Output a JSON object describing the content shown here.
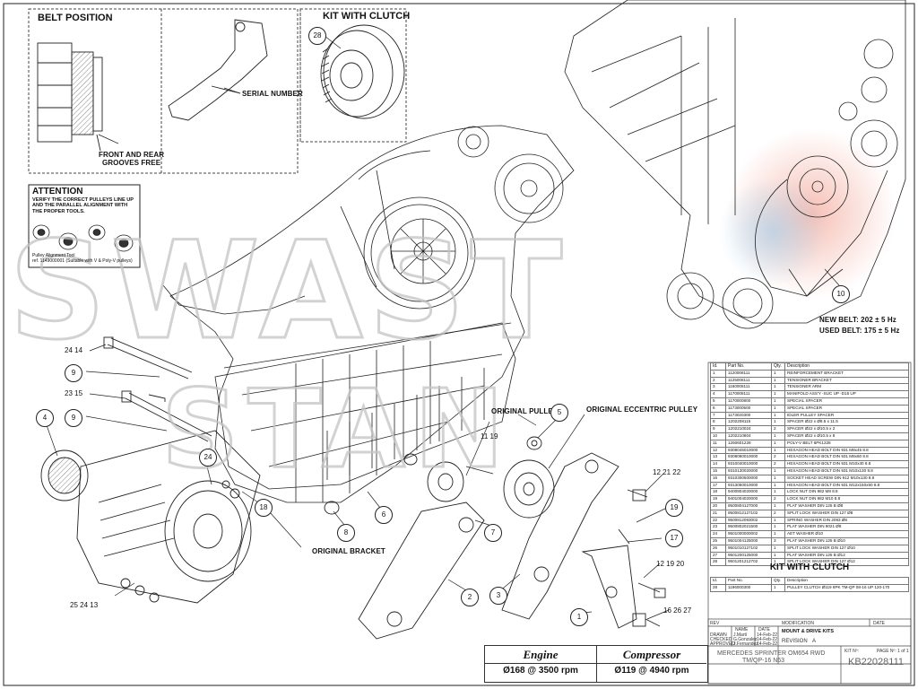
{
  "labels": {
    "belt_position": "BELT POSITION",
    "kit_with_clutch_header": "KIT WITH CLUTCH",
    "serial_number": "SERIAL NUMBER",
    "front_rear_grooves": "FRONT AND REAR\nGROOVES FREE",
    "attention_title": "ATTENTION",
    "attention_body": "VERIFY THE CORRECT PULLEYS LINE UP AND THE PARALLEL ALIGNMENT WITH THE PROPER TOOLS.",
    "alignment_tool": "Pulley Alignment Tool\nref. 1149000001 (Suitable with V & Poly-V pulleys)",
    "original_pulley": "ORIGINAL PULLEY",
    "original_eccentric_pulley": "ORIGINAL ECCENTRIC PULLEY",
    "original_bracket": "ORIGINAL BRACKET",
    "new_belt": "NEW BELT: 202 ± 5 Hz",
    "used_belt": "USED BELT: 175 ± 5 Hz"
  },
  "callouts": {
    "c28": "28",
    "c10": "10",
    "c24_14": "24  14",
    "c9a": "9",
    "c23_15": "23  15",
    "c9b": "9",
    "c4": "4",
    "c24": "24",
    "c18": "18",
    "c8": "8",
    "c6": "6",
    "c7": "7",
    "c5": "5",
    "c11_19": "11  19",
    "c12_21_22": "12  21  22",
    "c19": "19",
    "c17": "17",
    "c12_19_20": "12  19  20",
    "c2": "2",
    "c3": "3",
    "c1": "1",
    "c16_26_27": "16  26  27",
    "c25_24_13": "25  24  13"
  },
  "parts_table": {
    "headers": [
      "Id.",
      "Part No.",
      "Qty.",
      "Description"
    ],
    "rows": [
      [
        "1",
        "1120008111",
        "1",
        "REINFORCEMENT BRACKET"
      ],
      [
        "2",
        "1125008111",
        "1",
        "TENSIONER BRACKET"
      ],
      [
        "3",
        "1160008111",
        "1",
        "TENSIONER ARM"
      ],
      [
        "4",
        "1170008111",
        "1",
        "MANIFOLD ASS'Y -SUC UP -D15 UP"
      ],
      [
        "5",
        "1170000800",
        "1",
        "SPECIAL SPACER"
      ],
      [
        "6",
        "1173000500",
        "1",
        "SPECIAL SPACER"
      ],
      [
        "7",
        "1173020300",
        "1",
        "IDLER PULLEY SPACER"
      ],
      [
        "8",
        "1202208115",
        "1",
        "SPACER Ø22 x Ø8.5 x 11.5"
      ],
      [
        "9",
        "1202210024",
        "2",
        "SPACER Ø22 x Ø10.5 x 2"
      ],
      [
        "10",
        "1202210804",
        "1",
        "SPACER Ø22 x Ø10.5 x 8"
      ],
      [
        "11",
        "1260601228",
        "1",
        "POLY-V BELT 6PK1228"
      ],
      [
        "12",
        "9308045010000",
        "1",
        "HEXAGON HEAD BOLT DIN 931 M8x45 8.8"
      ],
      [
        "13",
        "9308060010000",
        "2",
        "HEXAGON HEAD BOLT DIN 931 M8x60 8.8"
      ],
      [
        "14",
        "9310040010000",
        "2",
        "HEXAGON HEAD BOLT DIN 931 M10x40 8.8"
      ],
      [
        "15",
        "9310130020000",
        "1",
        "HEXAGON HEAD BOLT DIN 931 M10x130 8.8"
      ],
      [
        "16",
        "9310300500000",
        "1",
        "SOCKET HEAD SCREW DIN 912 M10x130 8.8"
      ],
      [
        "17",
        "9313050010000",
        "1",
        "HEXAGON HEAD BOLT DIN 931 M12x150x50 8.8"
      ],
      [
        "18",
        "9400804020000",
        "1",
        "LOCK NUT DIN 982 M8 8.8"
      ],
      [
        "19",
        "9401004020000",
        "2",
        "LOCK NUT DIN 982 M10 8.8"
      ],
      [
        "20",
        "9500804127000",
        "1",
        "PLAT WASHER DIN 125 B Ø8"
      ],
      [
        "21",
        "9500812127102",
        "2",
        "SPLIT LOCK WASHER DIN 127 Ø8"
      ],
      [
        "22",
        "9500812093002",
        "1",
        "SPRING WASHER DIN 2093 Ø8"
      ],
      [
        "23",
        "9500802021500",
        "1",
        "PLAT WASHER DIN 9021 Ø8"
      ],
      [
        "24",
        "9501000000002",
        "1",
        "AET WASHER Ø10"
      ],
      [
        "25",
        "9501004125000",
        "3",
        "PLAT WASHER DIN 125 B Ø10"
      ],
      [
        "26",
        "9501010127102",
        "1",
        "SPLIT LOCK WASHER DIN 127 Ø10"
      ],
      [
        "27",
        "9501200125000",
        "1",
        "PLAT WASHER DIN 125 B Ø12"
      ],
      [
        "28",
        "9501201212702",
        "1",
        "SPLIT LOCK WASHER DIN 127 Ø12"
      ]
    ]
  },
  "kit_with_clutch": {
    "title": "KIT WITH CLUTCH",
    "headers": [
      "Id.",
      "Part No.",
      "Qty.",
      "Description"
    ],
    "rows": [
      [
        "28",
        "1196000300",
        "1",
        "PULLEY CLUTCH Ø119 8PK TM-QP 08-16 UP 120-170"
      ]
    ]
  },
  "spec": {
    "engine_header": "Engine",
    "engine_value": "Ø168 @ 3500 rpm",
    "compressor_header": "Compressor",
    "compressor_value": "Ø119 @ 4940 rpm"
  },
  "title_block": {
    "rev": "REV",
    "name": "NAME",
    "date": "DATE",
    "drawn": "DRAWN",
    "checked": "CHECKED",
    "approved": "APPROVED",
    "drawn_by": "J.Martí",
    "checked_by": "G.Gonzalez",
    "approved_by": "J.Fernandez",
    "date_value": "14-Feb-22",
    "modification": "MODIFICATION",
    "company": "MOUNT & DRIVE KITS",
    "revision_label": "REVISION",
    "revision_value": "A",
    "title_line1": "MERCEDES SPRINTER OM654 RWD",
    "title_line2": "TM/QP-16 N63",
    "kit_no_label": "KIT Nº:",
    "kit_no": "KB22028111",
    "page": "PAGE Nº: 1 of 1"
  },
  "colors": {
    "line": "#1a1a1a",
    "light_line": "#555555",
    "watermark": "#bdbdbd",
    "blue_tint": "#9ec9e6",
    "red_tint": "#ef8c7a"
  }
}
